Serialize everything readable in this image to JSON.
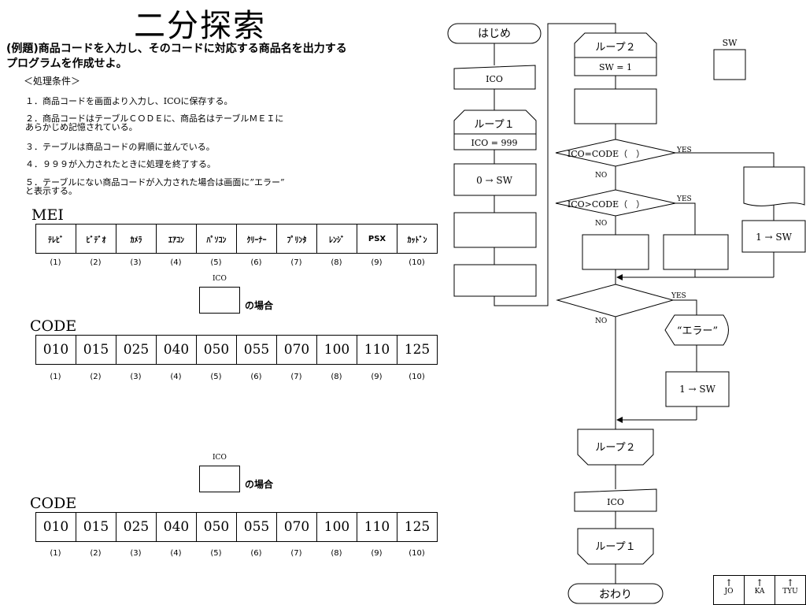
{
  "title": "二分探索",
  "problem": {
    "line1": "(例題)商品コードを入力し、そのコードに対応する商品名を出力する",
    "line2": "プログラムを作成せよ。"
  },
  "conditions": {
    "heading": "＜処理条件＞",
    "c1": "１．商品コードを画面より入力し、ICOに保存する。",
    "c2a": "２．商品コードはテーブルＣＯＤＥに、商品名はテーブルＭＥＩに",
    "c2b": "あらかじめ記憶されている。",
    "c3": "３．テーブルは商品コードの昇順に並んでいる。",
    "c4": "４．９９９が入力されたときに処理を終了する。",
    "c5a": "５．テーブルにない商品コードが入力された場合は画面に”エラー”",
    "c5b": "と表示する。"
  },
  "mei": {
    "label": "MEI",
    "items": [
      "ﾃﾚﾋﾞ",
      "ﾋﾞﾃﾞｵ",
      "ｶﾒﾗ",
      "ｴｱｺﾝ",
      "ﾊﾟｿｺﾝ",
      "ｸﾘｰﾅｰ",
      "ﾌﾟﾘﾝﾀ",
      "ﾚﾝｼﾞ",
      "PSX",
      "ｶｯﾄﾞﾝ"
    ]
  },
  "indices": [
    "(1)",
    "(2)",
    "(3)",
    "(4)",
    "(5)",
    "(6)",
    "(7)",
    "(8)",
    "(9)",
    "(10)"
  ],
  "code1": {
    "label": "CODE",
    "values": [
      "010",
      "015",
      "025",
      "040",
      "050",
      "055",
      "070",
      "100",
      "110",
      "125"
    ],
    "ico_label": "ICO",
    "case_text": "の場合"
  },
  "code2": {
    "label": "CODE",
    "values": [
      "010",
      "015",
      "025",
      "040",
      "050",
      "055",
      "070",
      "100",
      "110",
      "125"
    ],
    "ico_label": "ICO",
    "case_text": "の場合"
  },
  "flow": {
    "start": "はじめ",
    "input_ico": "ICO",
    "loop1_name": "ループ１",
    "loop1_cond": "ICO = 999",
    "sw_init": "0 → SW",
    "loop2_name": "ループ２",
    "loop2_cond": "SW = 1",
    "dec1": "ICO=CODE（　）",
    "dec2": "ICO>CODE（　）",
    "yes": "YES",
    "no": "NO",
    "sw_set": "1 → SW",
    "error": "“エラー”",
    "loop2_end": "ループ２",
    "output_ico": "ICO",
    "loop1_end": "ループ１",
    "end": "おわり",
    "sw_label": "SW"
  },
  "nav": {
    "b1": "JO",
    "b2": "KA",
    "b3": "TYU",
    "arrow": "↑"
  }
}
